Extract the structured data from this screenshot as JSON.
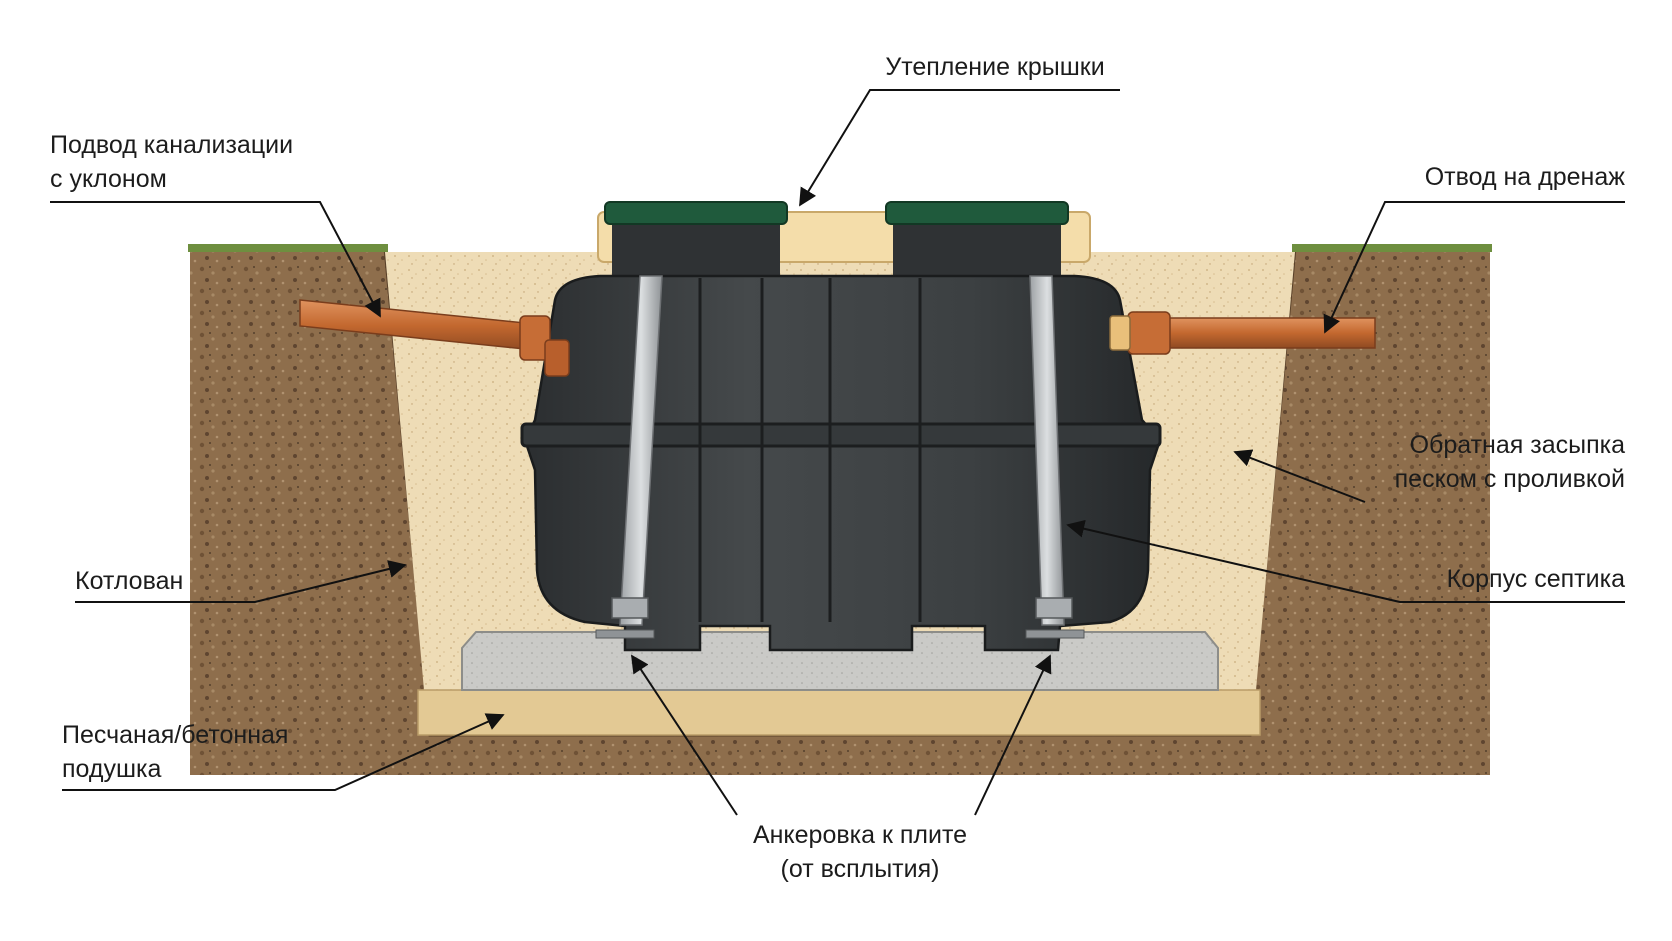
{
  "labels": {
    "lid_insulation": [
      "Утепление крышки"
    ],
    "sewer_inlet": [
      "Подвод канализации",
      "с уклоном"
    ],
    "drain_outlet": [
      "Отвод на дренаж"
    ],
    "backfill": [
      "Обратная засыпка",
      "песком с проливкой"
    ],
    "pit": [
      "Котлован"
    ],
    "tank_body": [
      "Корпус септика"
    ],
    "base_pad": [
      "Песчаная/бетонная",
      "подушка"
    ],
    "anchoring": [
      "Анкеровка к плите",
      "(от всплытия)"
    ]
  },
  "colors": {
    "soil": "#8a6a48",
    "sand": "#ecd9b2",
    "tank": "#3a3d3f",
    "lid": "#1f5a3c",
    "pipe": "#c26a3a",
    "slab": "#c9c9c6",
    "strap": "#b9bcbf",
    "insulation": "#f3dcaa",
    "grass": "#6e8f3f"
  },
  "icons": [
    "arrow-icon"
  ]
}
